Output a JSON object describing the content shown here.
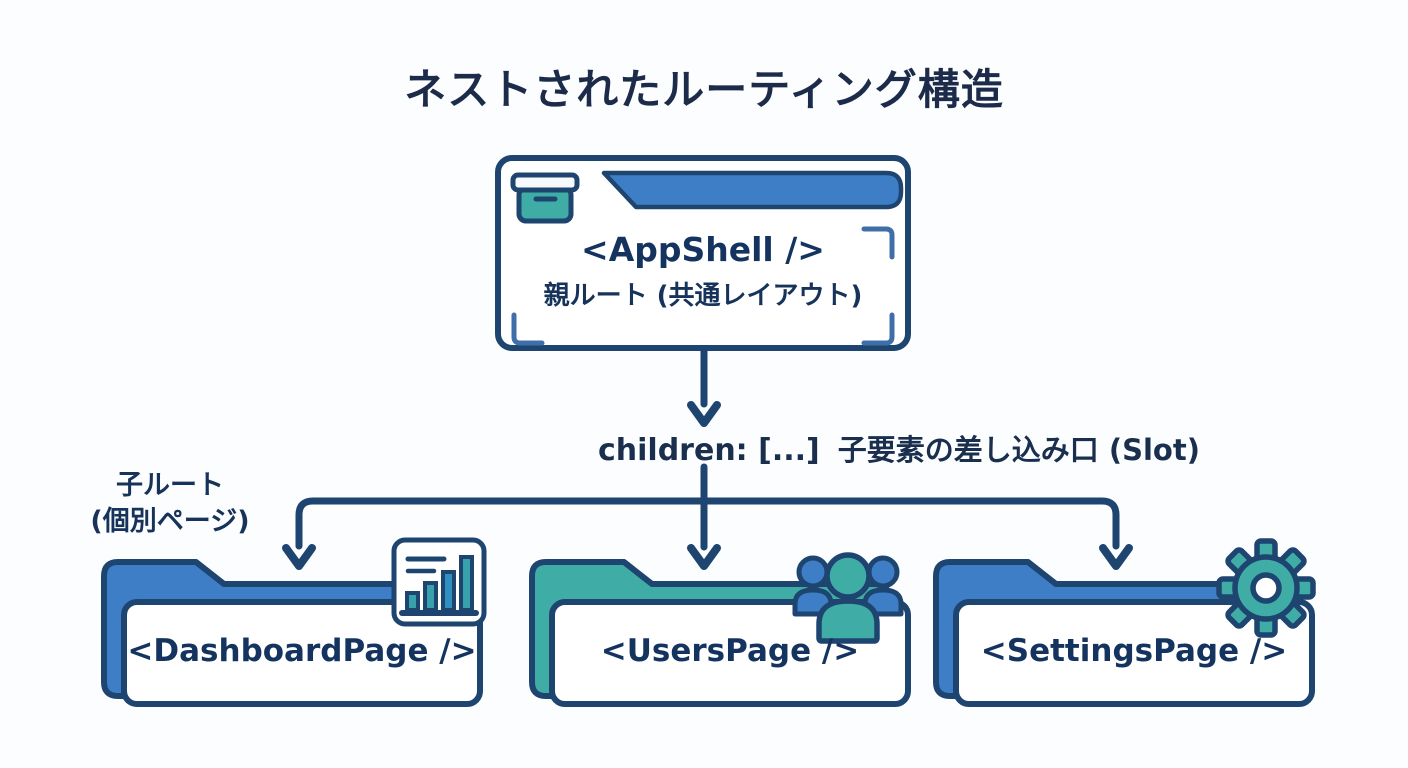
{
  "title": "ネストされたルーティング構造",
  "parent_node": {
    "component": "<AppShell />",
    "role": "親ルート (共通レイアウト)",
    "icon": "box-icon"
  },
  "slot_note": {
    "code": "children: [...]",
    "description": "子要素の差し込み口 (Slot)"
  },
  "child_routes_label": {
    "line1": "子ルート",
    "line2": "(個別ページ)"
  },
  "child_nodes": [
    {
      "component": "<DashboardPage />",
      "icon": "bar-chart-icon",
      "accent": "#3e7ec6"
    },
    {
      "component": "<UsersPage />",
      "icon": "users-icon",
      "accent": "#3fada6"
    },
    {
      "component": "<SettingsPage />",
      "icon": "gear-icon",
      "accent": "#3e7ec6"
    }
  ],
  "colors": {
    "navy_outline": "#1e4470",
    "blue_fill": "#3e7ec6",
    "teal_fill": "#3fada6",
    "bracket_blue": "#3f6fa8",
    "text_navy": "#16335c",
    "background": "#fcfdfe"
  }
}
